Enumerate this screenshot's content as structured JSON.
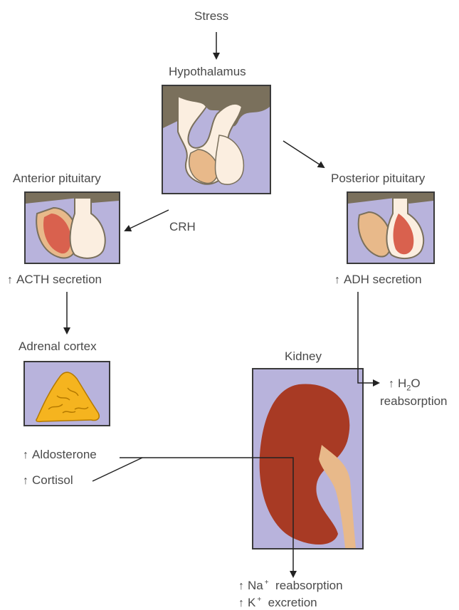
{
  "labels": {
    "stress": "Stress",
    "hypothalamus": "Hypothalamus",
    "anterior_pituitary": "Anterior pituitary",
    "posterior_pituitary": "Posterior pituitary",
    "crh": "CRH",
    "acth_secretion": "ACTH secretion",
    "adh_secretion": "ADH secretion",
    "adrenal_cortex": "Adrenal cortex",
    "kidney": "Kidney",
    "h2o_h": "H",
    "h2o_sub": "2",
    "h2o_o": "O",
    "reabsorption": "reabsorption",
    "aldosterone": "Aldosterone",
    "cortisol": "Cortisol",
    "na": "Na",
    "na_charge": "+",
    "na_reabsorption": "reabsorption",
    "k": "K",
    "k_charge": "+",
    "k_excretion": "excretion"
  },
  "increase_symbol": "↑",
  "colors": {
    "panel_fill": "#b8b3dc",
    "panel_border": "#3a3a3a",
    "gland_tan": "#e8b98a",
    "gland_cream": "#fbeee0",
    "gland_red": "#d9614e",
    "brain_dark": "#7a705c",
    "adrenal_yellow": "#f5b41f",
    "kidney_red": "#a83a24",
    "arrow": "#222222"
  }
}
